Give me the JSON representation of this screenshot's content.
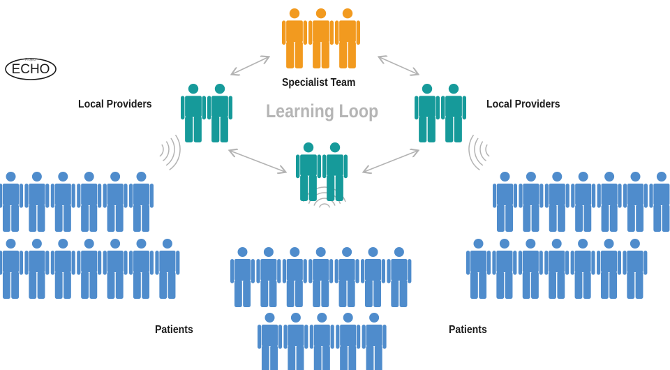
{
  "logo": {
    "text": "ECHO",
    "small_text": "Project"
  },
  "title_center": "Learning Loop",
  "labels": {
    "specialist_team": "Specialist Team",
    "local_providers_left": "Local Providers",
    "local_providers_right": "Local Providers",
    "patients_left": "Patients",
    "patients_right": "Patients"
  },
  "colors": {
    "specialist": "#f29a1f",
    "provider": "#169a9a",
    "patient": "#4f8ccc",
    "arrow": "#b3b3b3",
    "signal": "#b3b3b3"
  },
  "groups": {
    "specialist_team_count": 3,
    "local_provider_count_each": 2,
    "patients_left_rows": [
      6,
      7
    ],
    "patients_center_rows": [
      7,
      5
    ],
    "patients_right_rows": [
      7,
      7
    ]
  }
}
